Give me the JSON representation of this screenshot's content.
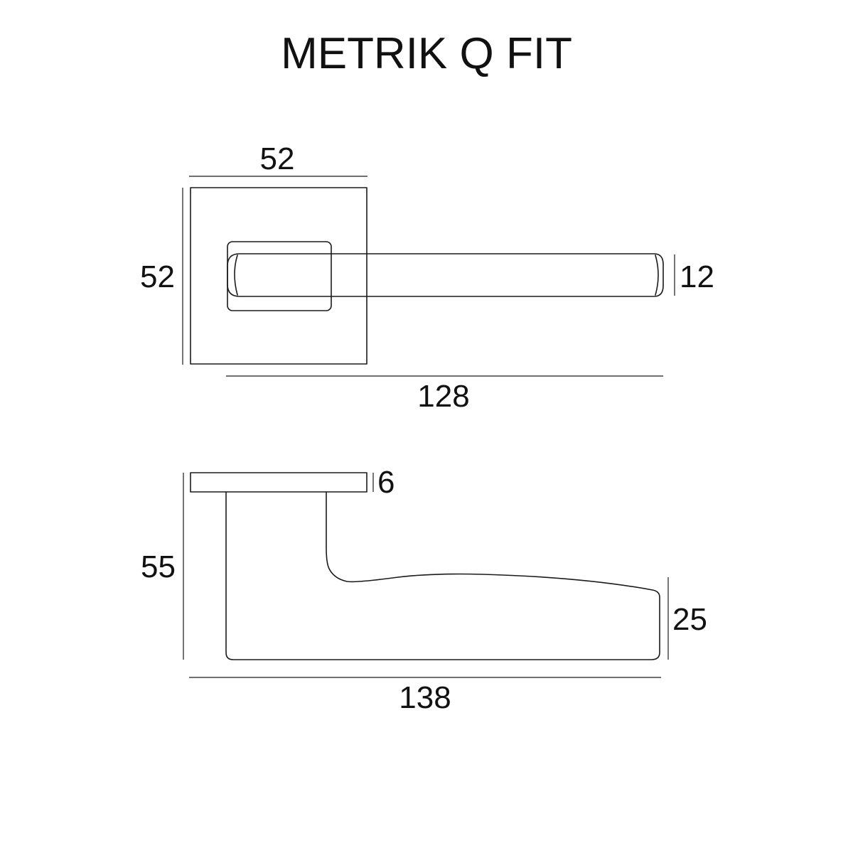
{
  "title": "METRIK Q FIT",
  "top_view": {
    "rose_width": "52",
    "rose_height": "52",
    "lever_thickness": "12",
    "overall_length": "128"
  },
  "side_view": {
    "rose_thickness": "6",
    "projection": "55",
    "grip_height": "25",
    "overall_length": "138"
  },
  "colors": {
    "line": "#1a1a1a",
    "text": "#111111",
    "background": "#ffffff"
  }
}
